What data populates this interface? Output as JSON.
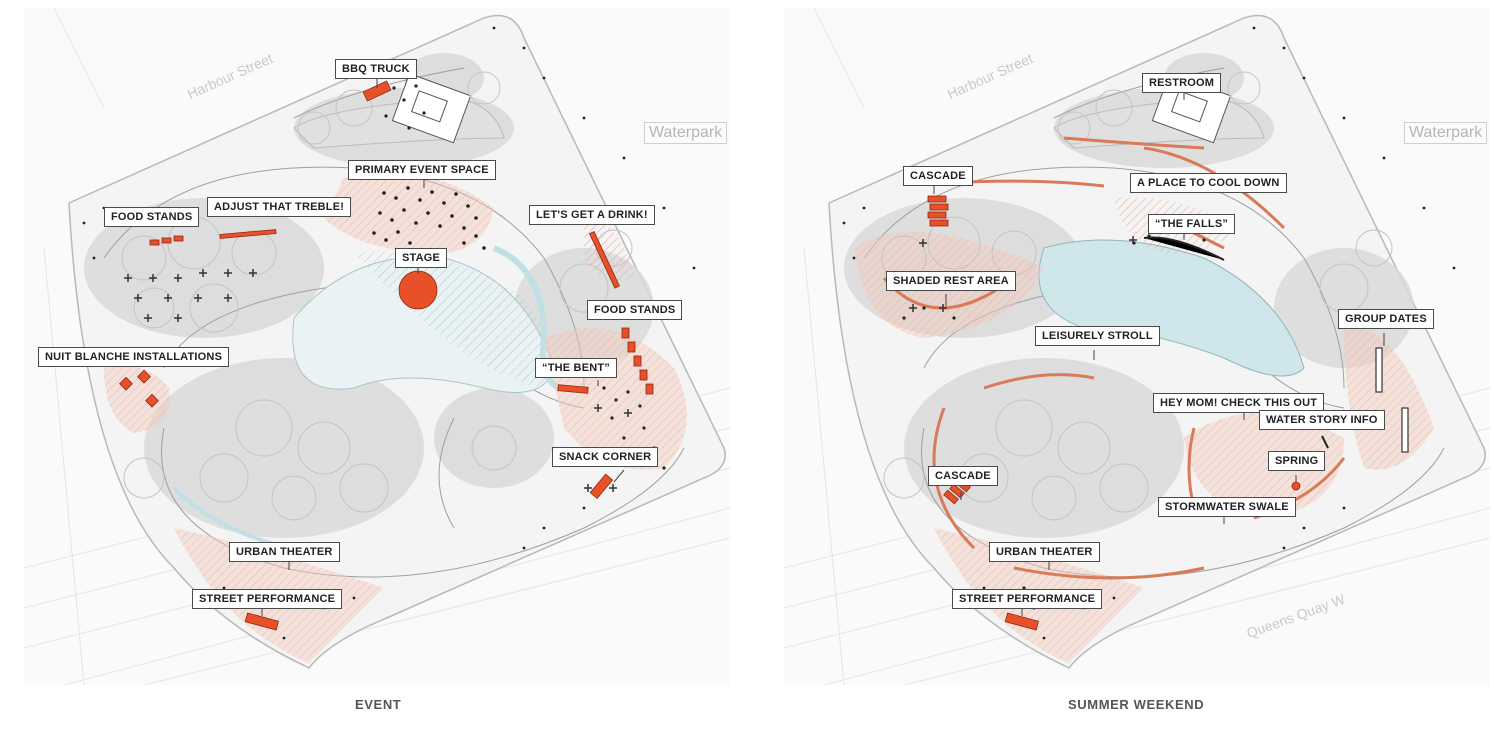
{
  "panels": [
    {
      "id": "event",
      "caption": "EVENT",
      "labels": {
        "bbq_truck": "BBQ TRUCK",
        "primary_event_space": "PRIMARY EVENT SPACE",
        "food_stands_1": "FOOD STANDS",
        "adjust_treble": "ADJUST THAT TREBLE!",
        "lets_get_drink": "LET'S GET A DRINK!",
        "stage": "STAGE",
        "food_stands_2": "FOOD STANDS",
        "nuit_blanche": "NUIT BLANCHE INSTALLATIONS",
        "the_bent": "“THE BENT”",
        "snack_corner": "SNACK CORNER",
        "urban_theater": "URBAN THEATER",
        "street_performance": "STREET PERFORMANCE"
      }
    },
    {
      "id": "summer",
      "caption": "SUMMER WEEKEND",
      "labels": {
        "restroom": "RESTROOM",
        "cascade_1": "CASCADE",
        "cool_down": "A PLACE TO COOL DOWN",
        "the_falls": "“THE FALLS”",
        "shaded_rest": "SHADED REST AREA",
        "group_dates": "GROUP DATES",
        "leisurely_stroll": "LEISURELY STROLL",
        "hey_mom": "HEY MOM! CHECK THIS OUT",
        "water_story": "WATER STORY INFO",
        "spring": "SPRING",
        "cascade_2": "CASCADE",
        "stormwater_swale": "STORMWATER SWALE",
        "urban_theater": "URBAN THEATER",
        "street_performance": "STREET PERFORMANCE"
      }
    }
  ],
  "streets": {
    "harbour": "Harbour Street",
    "waterpark": "Waterpark",
    "queens_quay": "Queens Quay W"
  },
  "colors": {
    "accent": "#e8502a",
    "activity_zone": "#f2cbbd",
    "water": "#cfe6ea",
    "tree": "#cfcfcf",
    "path": "#e6e6e6"
  }
}
